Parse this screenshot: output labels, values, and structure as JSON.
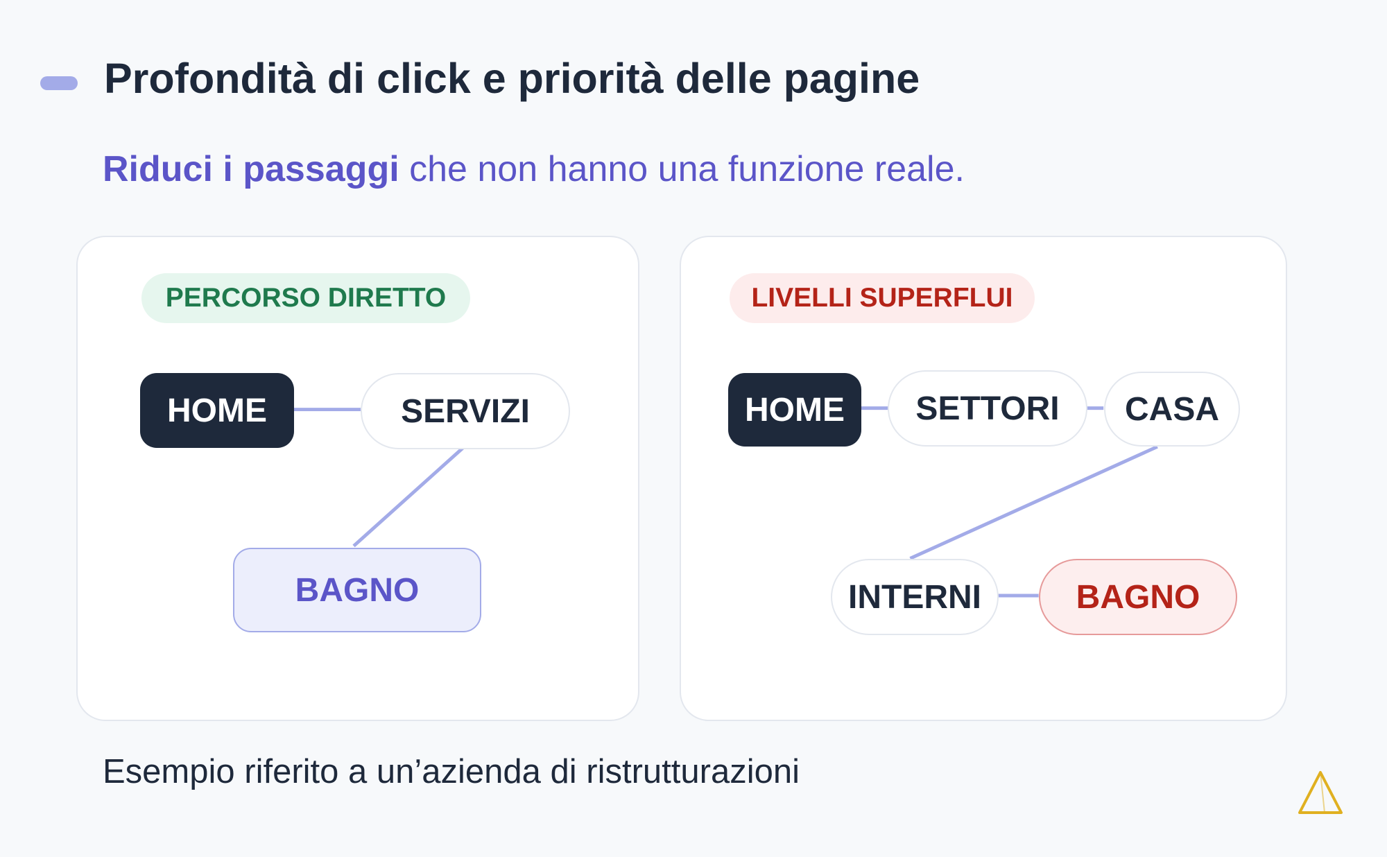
{
  "header": {
    "title": "Profondità di click e priorità delle pagine",
    "subtitle_strong": "Riduci i passaggi",
    "subtitle_rest": " che non hanno una funzione reale."
  },
  "diagram_left": {
    "badge": "PERCORSO DIRETTO",
    "nodes": {
      "home": "HOME",
      "servizi": "SERVIZI",
      "bagno": "BAGNO"
    }
  },
  "diagram_right": {
    "badge": "LIVELLI SUPERFLUI",
    "nodes": {
      "home": "HOME",
      "settori": "SETTORI",
      "casa": "CASA",
      "interni": "INTERNI",
      "bagno": "BAGNO"
    }
  },
  "footer": {
    "caption": "Esempio riferito a un’azienda di ristrutturazioni"
  },
  "colors": {
    "accent": "#5b55c8",
    "connector": "#a3abe8",
    "success": "#1f7a4d",
    "danger": "#b42318",
    "dark": "#1e293b",
    "logo": "#e0b020"
  },
  "icons": {
    "logo": "triangle-logo-icon"
  }
}
